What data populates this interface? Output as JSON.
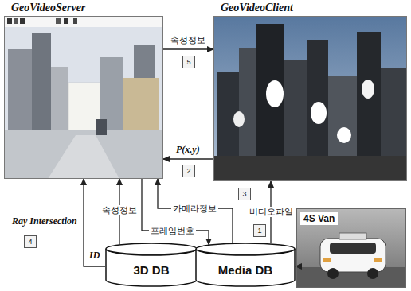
{
  "diagram": {
    "nodes": [
      {
        "text": [
          "GeoVideoServer"
        ]
      },
      {
        "text": [
          "GeoVideoClient"
        ]
      },
      {
        "text": [
          "3D DB"
        ]
      },
      {
        "text": [
          "Media DB"
        ]
      },
      {
        "text": [
          "4S Van"
        ]
      }
    ],
    "edges": [
      {
        "from": 0,
        "to": 1,
        "label": "속성정보",
        "arrow": "to"
      },
      {
        "from": 1,
        "to": 0,
        "label": "P(x,y)",
        "arrow": "to"
      },
      {
        "from": 2,
        "to": 0,
        "label": "Ray Intersection",
        "arrow": "to"
      },
      {
        "from": 2,
        "to": 0,
        "label": "속성정보",
        "arrow": "to"
      },
      {
        "from": 0,
        "to": 3,
        "label": "프레임번호",
        "arrow": "to"
      },
      {
        "from": 3,
        "to": 0,
        "label": "카메라정보",
        "arrow": "to"
      },
      {
        "from": 3,
        "to": 1,
        "label": "비디오파일",
        "arrow": "to"
      },
      {
        "from": 4,
        "to": 3,
        "arrow": "to"
      }
    ],
    "labels": [
      "5",
      "2",
      "4",
      "ID",
      "3",
      "1"
    ]
  }
}
